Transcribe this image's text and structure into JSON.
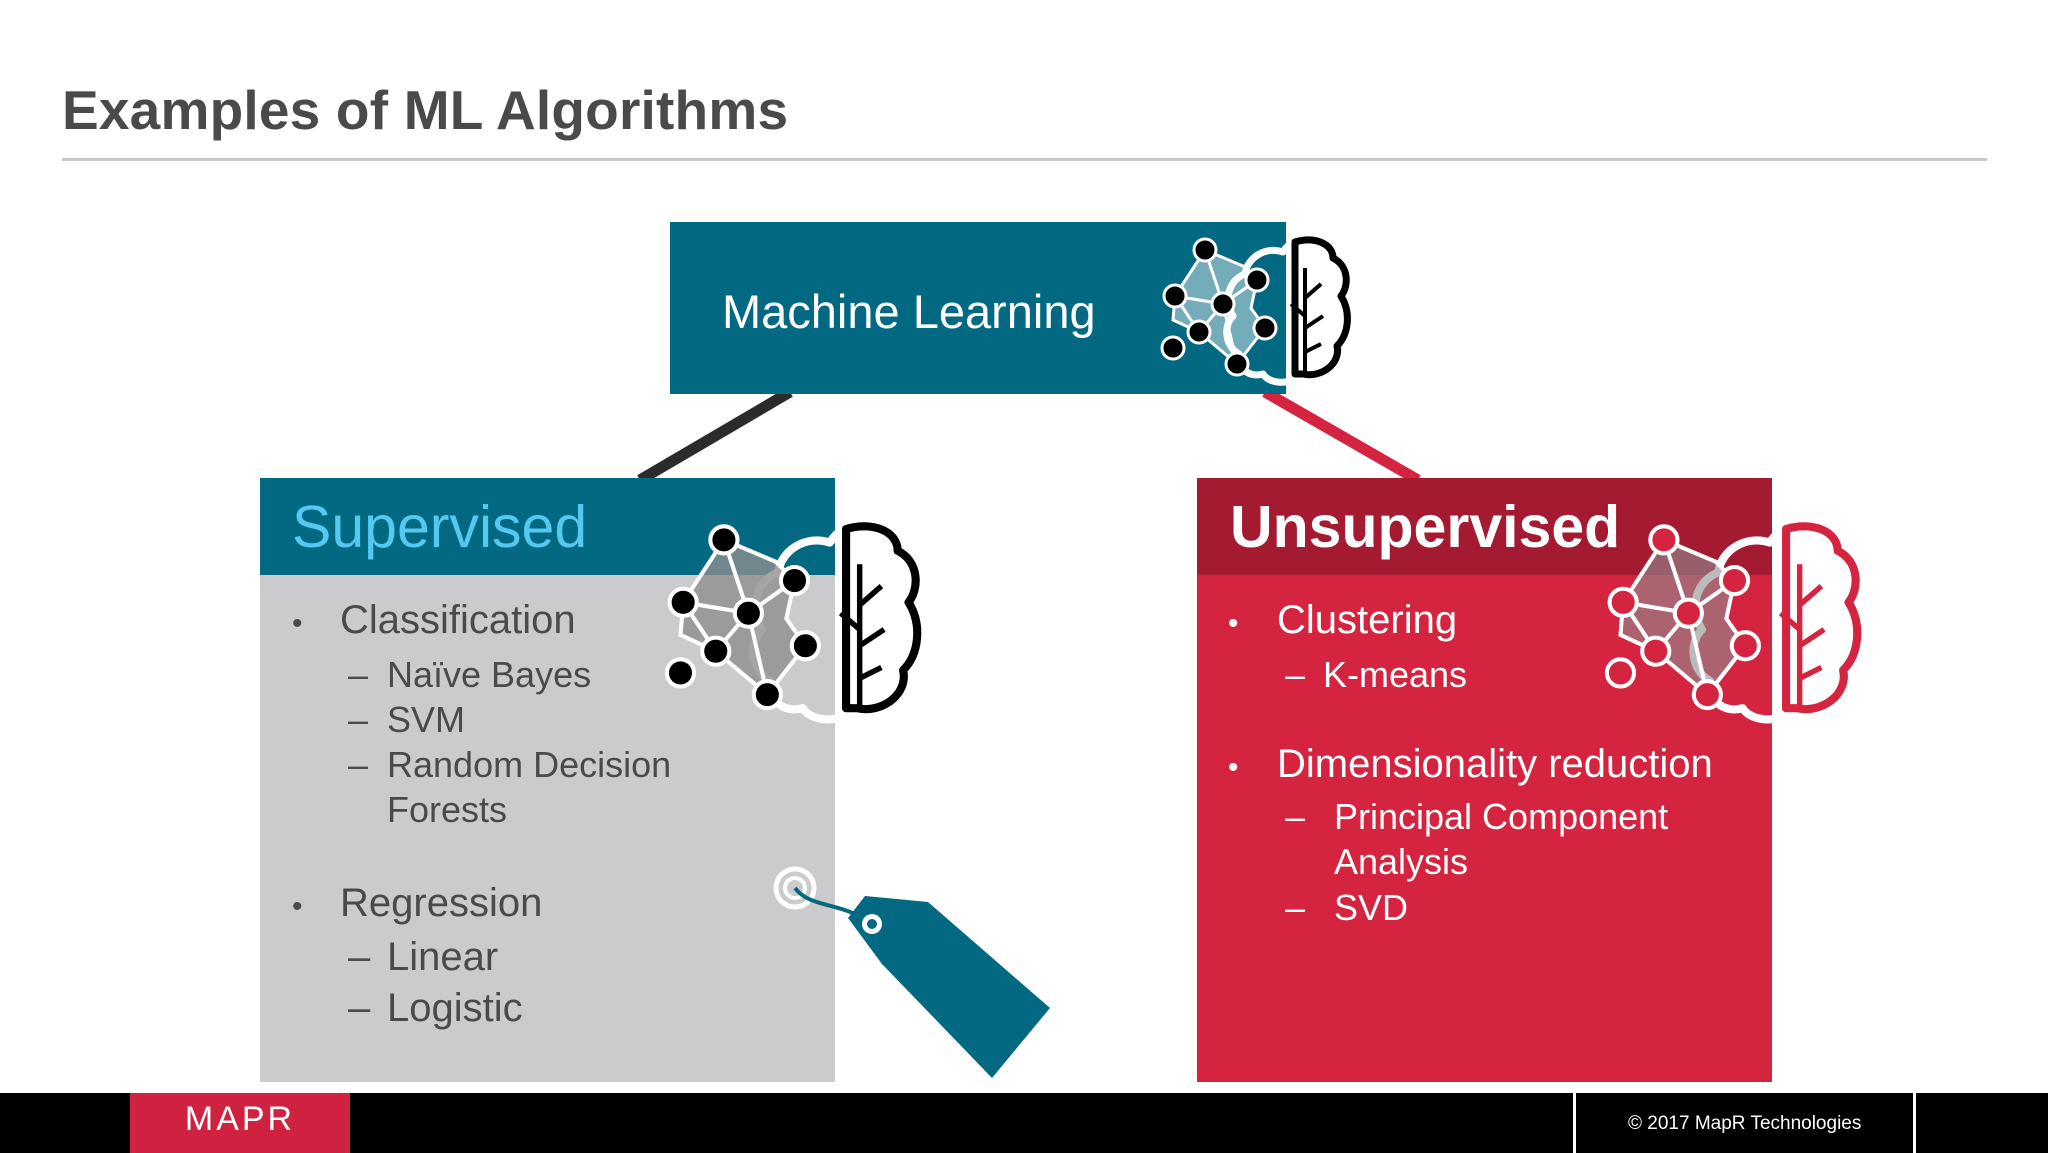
{
  "slide": {
    "title": "Examples of ML Algorithms"
  },
  "root": {
    "label": "Machine Learning",
    "color": "#036982"
  },
  "supervised": {
    "label": "Supervised",
    "header_color": "#036982",
    "label_color": "#54c8f0",
    "body_color": "#cbcbcd",
    "text_color": "#4a4a4a",
    "items": [
      {
        "bullet": "•",
        "text": "Classification"
      },
      {
        "dash": "–",
        "text": "Naïve Bayes"
      },
      {
        "dash": "–",
        "text": "SVM"
      },
      {
        "dash": "–",
        "text": "Random Decision"
      },
      {
        "text": "Forests"
      },
      {
        "bullet": "•",
        "text": "Regression"
      },
      {
        "dash": "–",
        "text": "Linear"
      },
      {
        "dash": "–",
        "text": "Logistic"
      }
    ]
  },
  "unsupervised": {
    "label": "Unsupervised",
    "header_color": "#a31a31",
    "body_color": "#d42440",
    "text_color": "#ffffff",
    "items": [
      {
        "bullet": "•",
        "text": "Clustering"
      },
      {
        "dash": "–",
        "text": "K-means"
      },
      {
        "bullet": "•",
        "text": "Dimensionality reduction"
      },
      {
        "dash": "–",
        "text": "Principal Component"
      },
      {
        "text": "Analysis"
      },
      {
        "dash": "–",
        "text": "SVD"
      }
    ]
  },
  "connectors": {
    "left_color": "#2b2b2b",
    "right_color": "#d42440"
  },
  "icons": {
    "brain": "brain-network-icon",
    "tag": "price-tag-icon"
  },
  "footer": {
    "logo": "MAPR",
    "copyright": "© 2017 MapR Technologies"
  }
}
